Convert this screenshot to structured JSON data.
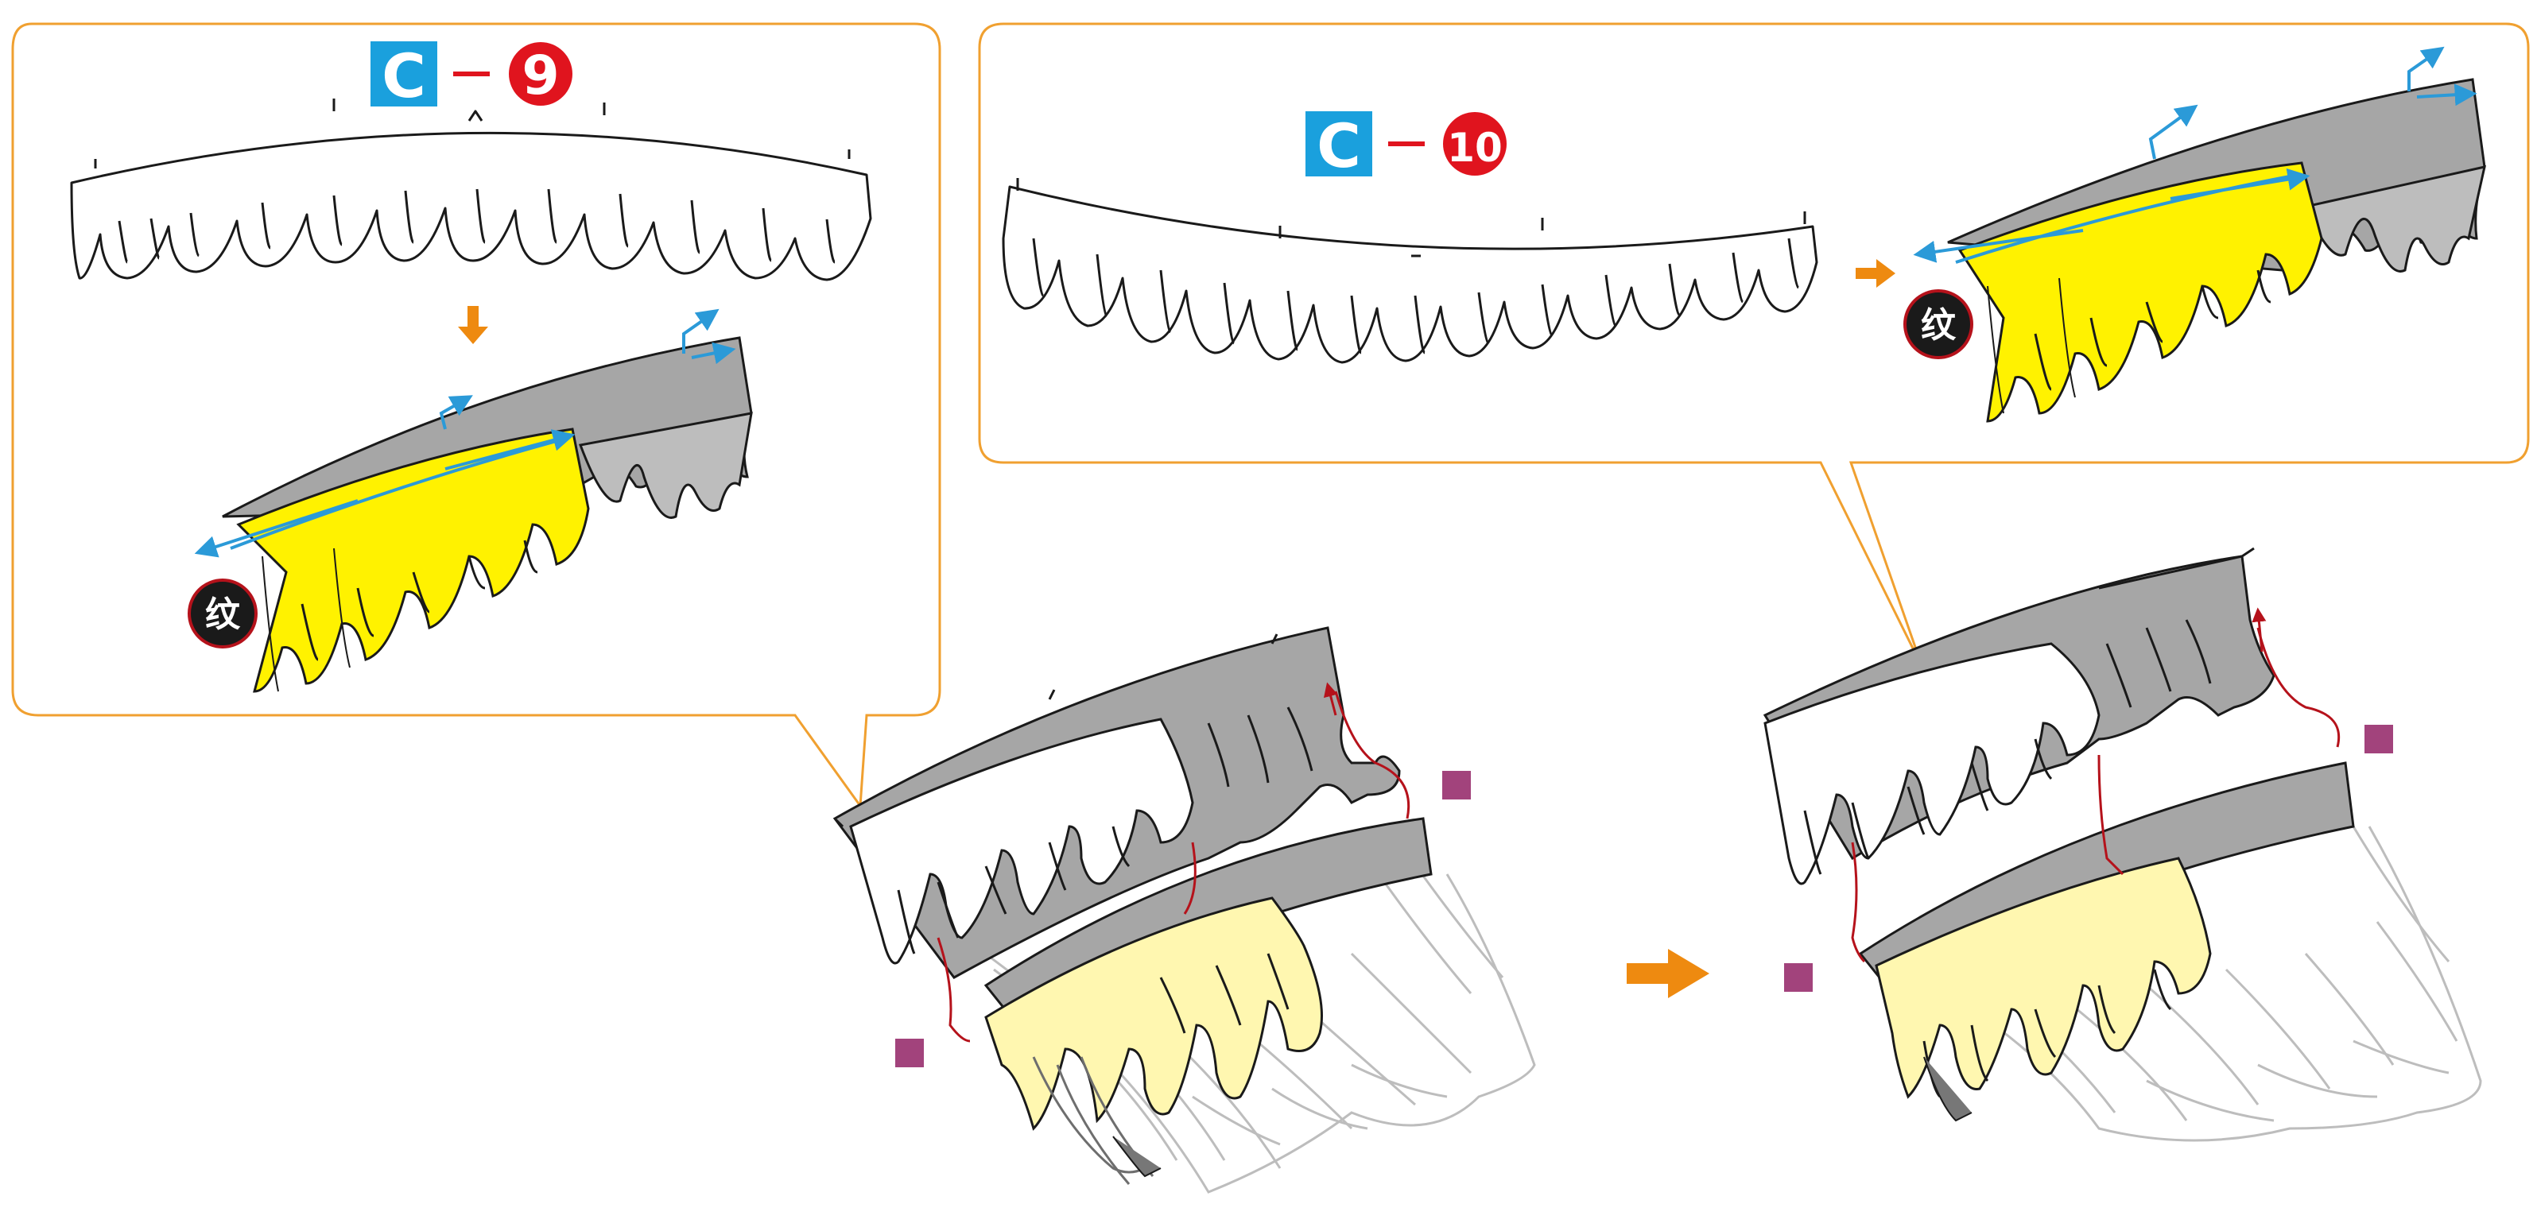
{
  "steps": [
    {
      "letter": "C",
      "number": "9",
      "mark": "纹"
    },
    {
      "letter": "C",
      "number": "10",
      "mark": "纹"
    }
  ],
  "colors": {
    "callout_border": "#f0a030",
    "label_blue": "#1aa0dd",
    "number_red": "#e0141e",
    "arrow_orange": "#ee8a10",
    "fold_blue": "#2b9ad8",
    "part_yellow": "#fff200",
    "part_pale_yellow": "#fff7b0",
    "shade_gray": "#a6a6a6",
    "glue_magenta": "#a2437c",
    "thread_red": "#b5121b",
    "mark_circle": "#1a1a1a"
  },
  "icons": [
    "step-arrow-icon",
    "fold-arrow-icon",
    "glue-point-icon",
    "texture-mark-icon"
  ]
}
